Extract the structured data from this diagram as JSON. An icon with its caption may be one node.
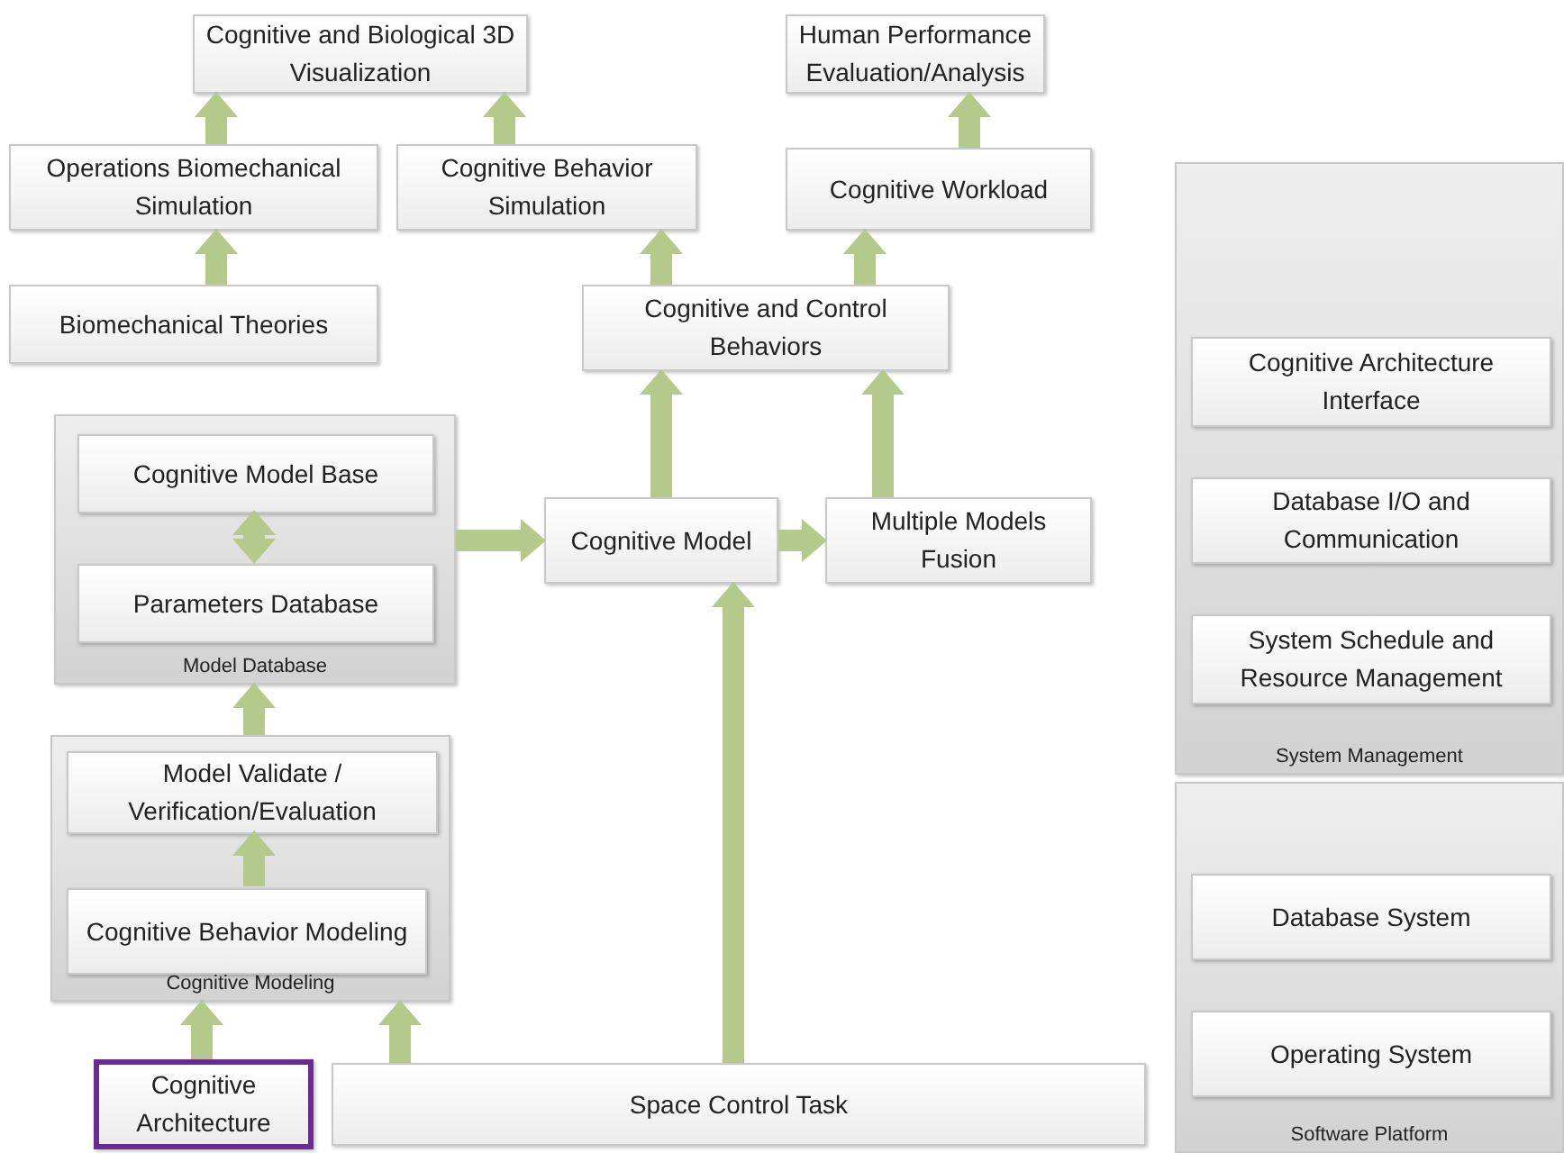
{
  "diagram": {
    "nodes": [
      {
        "text": [
          "Cognitive and Biological 3D Visualization"
        ]
      },
      {
        "text": [
          "Human Performance Evaluation/Analysis"
        ]
      },
      {
        "text": [
          "Operations Biomechanical Simulation"
        ]
      },
      {
        "text": [
          "Cognitive Behavior Simulation"
        ]
      },
      {
        "text": [
          "Cognitive Workload"
        ]
      },
      {
        "text": [
          "Biomechanical Theories"
        ]
      },
      {
        "text": [
          "Cognitive and Control Behaviors"
        ]
      },
      {
        "text": [
          "Model Database"
        ]
      },
      {
        "text": [
          "Cognitive Model Base"
        ],
        "in": 7
      },
      {
        "text": [
          "Parameters Database"
        ],
        "in": 7
      },
      {
        "text": [
          "Cognitive Model"
        ]
      },
      {
        "text": [
          "Multiple Models Fusion"
        ]
      },
      {
        "text": [
          "Cognitive Modeling"
        ]
      },
      {
        "text": [
          "Model Validate / Verification/Evaluation"
        ],
        "in": 12
      },
      {
        "text": [
          "Cognitive Behavior Modeling"
        ],
        "in": 12
      },
      {
        "text": [
          "Cognitive Architecture"
        ]
      },
      {
        "text": [
          "Space Control Task"
        ]
      },
      {
        "text": [
          "System Management"
        ]
      },
      {
        "text": [
          "Cognitive Architecture Interface"
        ],
        "in": 17
      },
      {
        "text": [
          "Database I/O and Communication"
        ],
        "in": 17
      },
      {
        "text": [
          "System Schedule and Resource Management"
        ],
        "in": 17
      },
      {
        "text": [
          "Software Platform"
        ]
      },
      {
        "text": [
          "Database System"
        ],
        "in": 21
      },
      {
        "text": [
          "Operating System"
        ],
        "in": 21
      }
    ],
    "edges": [
      {
        "from": 5,
        "to": 2,
        "arrow": "to"
      },
      {
        "from": 2,
        "to": 0,
        "arrow": "to"
      },
      {
        "from": 3,
        "to": 0,
        "arrow": "to"
      },
      {
        "from": 6,
        "to": 3,
        "arrow": "to"
      },
      {
        "from": 4,
        "to": 1,
        "arrow": "to"
      },
      {
        "from": 6,
        "to": 4,
        "arrow": "to"
      },
      {
        "from": 10,
        "to": 6,
        "arrow": "to"
      },
      {
        "from": 11,
        "to": 6,
        "arrow": "to"
      },
      {
        "from": 7,
        "to": 10,
        "arrow": "to"
      },
      {
        "from": 10,
        "to": 11,
        "arrow": "to"
      },
      {
        "from": 8,
        "to": 9,
        "arrow": "both"
      },
      {
        "from": 12,
        "to": 7,
        "arrow": "to"
      },
      {
        "from": 14,
        "to": 13,
        "arrow": "to"
      },
      {
        "from": 15,
        "to": 12,
        "arrow": "to"
      },
      {
        "from": 16,
        "to": 12,
        "arrow": "to"
      },
      {
        "from": 16,
        "to": 10,
        "arrow": "to"
      }
    ]
  }
}
